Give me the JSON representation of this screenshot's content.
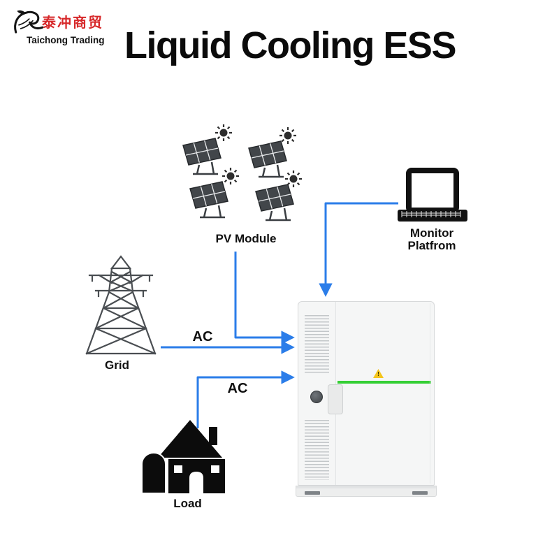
{
  "logo": {
    "cn": "泰冲商贸",
    "en": "Taichong Trading"
  },
  "title": "Liquid Cooling ESS",
  "labels": {
    "pv_module": "PV Module",
    "monitor_line1": "Monitor",
    "monitor_line2": "Platfrom",
    "grid": "Grid",
    "load": "Load"
  },
  "arrows": {
    "grid_ac_label": "AC",
    "load_ac_label": "AC"
  },
  "ess": {
    "warning_glyph": "!"
  },
  "colors": {
    "arrow-blue": "#2b7de9",
    "accent-green": "#35cf35",
    "logo-red": "#d7282a",
    "warning-yellow": "#f4c51c",
    "ink": "#0c0c0c"
  }
}
